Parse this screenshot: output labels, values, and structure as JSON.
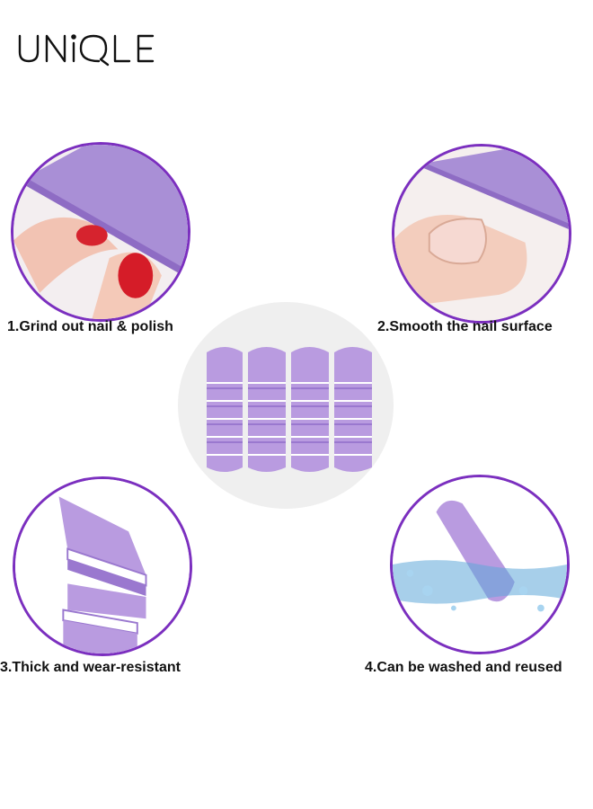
{
  "brand": {
    "logo_text": "UNIQLE"
  },
  "features": [
    {
      "caption": "1.Grind out nail & polish",
      "icon": "nail-grind-illustration"
    },
    {
      "caption": "2.Smooth the nail surface",
      "icon": "nail-smooth-illustration"
    },
    {
      "caption": "3.Thick and wear-resistant",
      "icon": "stacked-buffers-illustration"
    },
    {
      "caption": "4.Can be washed and reused",
      "icon": "buffer-in-water-illustration"
    }
  ],
  "colors": {
    "accent": "#7b2fbf",
    "buffer": "#b99be0",
    "buffer_dark": "#9a78cf",
    "water": "#5fa7d8"
  }
}
